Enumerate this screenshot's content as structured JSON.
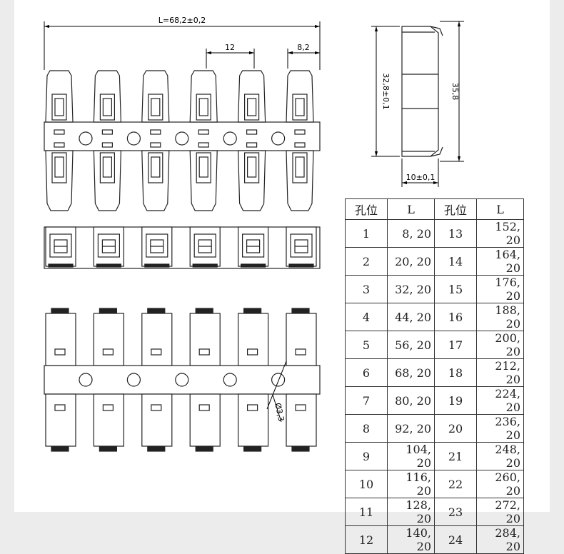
{
  "dimensions": {
    "overall_length": "L=68,2±0,2",
    "pitch": "12",
    "end_offset": "8,2",
    "height_inner": "32,8±0,1",
    "height_outer": "35,8",
    "thickness": "10±0,1",
    "hole_diameter": "Ø3,3"
  },
  "table": {
    "headers": [
      "孔位",
      "L",
      "孔位",
      "L"
    ],
    "rows": [
      [
        "1",
        "8, 20",
        "13",
        "152, 20"
      ],
      [
        "2",
        "20, 20",
        "14",
        "164, 20"
      ],
      [
        "3",
        "32, 20",
        "15",
        "176, 20"
      ],
      [
        "4",
        "44, 20",
        "16",
        "188, 20"
      ],
      [
        "5",
        "56, 20",
        "17",
        "200, 20"
      ],
      [
        "6",
        "68, 20",
        "18",
        "212, 20"
      ],
      [
        "7",
        "80, 20",
        "19",
        "224, 20"
      ],
      [
        "8",
        "92, 20",
        "20",
        "236, 20"
      ],
      [
        "9",
        "104, 20",
        "21",
        "248, 20"
      ],
      [
        "10",
        "116, 20",
        "22",
        "260, 20"
      ],
      [
        "11",
        "128, 20",
        "23",
        "272, 20"
      ],
      [
        "12",
        "140, 20",
        "24",
        "284, 20"
      ]
    ]
  }
}
